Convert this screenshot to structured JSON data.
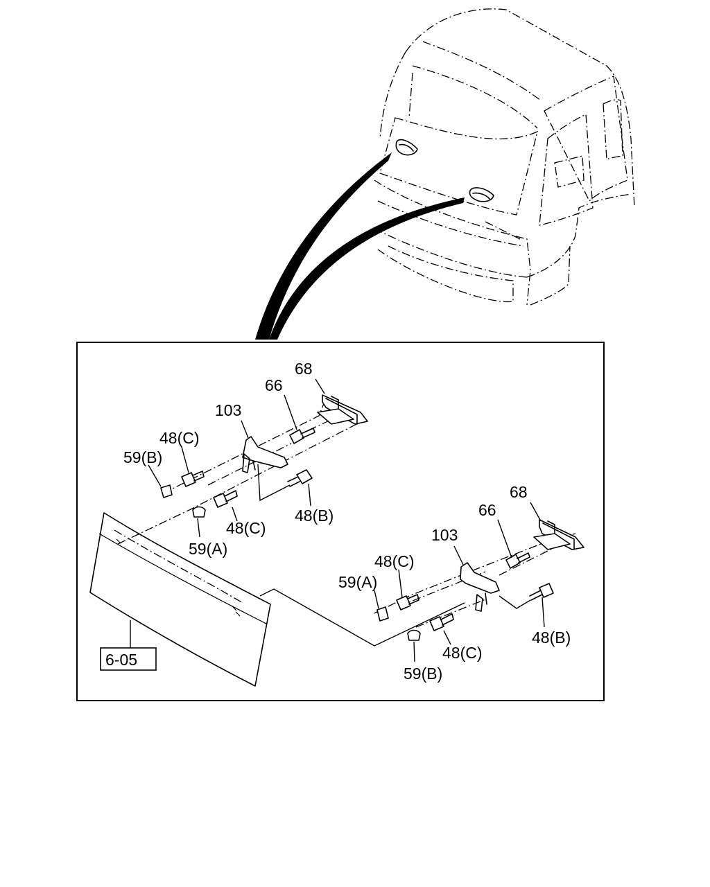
{
  "labels": {
    "upper": {
      "p68": "68",
      "p66": "66",
      "p103": "103",
      "p48c_top": "48(C)",
      "p59b": "59(B)",
      "p48c_bottom": "48(C)",
      "p59a": "59(A)",
      "p48b": "48(B)"
    },
    "lower": {
      "p68": "68",
      "p66": "66",
      "p103": "103",
      "p48c_top": "48(C)",
      "p59a": "59(A)",
      "p48b": "48(B)",
      "p48c_bottom": "48(C)",
      "p59b": "59(B)"
    },
    "ref_box": "6-05"
  }
}
